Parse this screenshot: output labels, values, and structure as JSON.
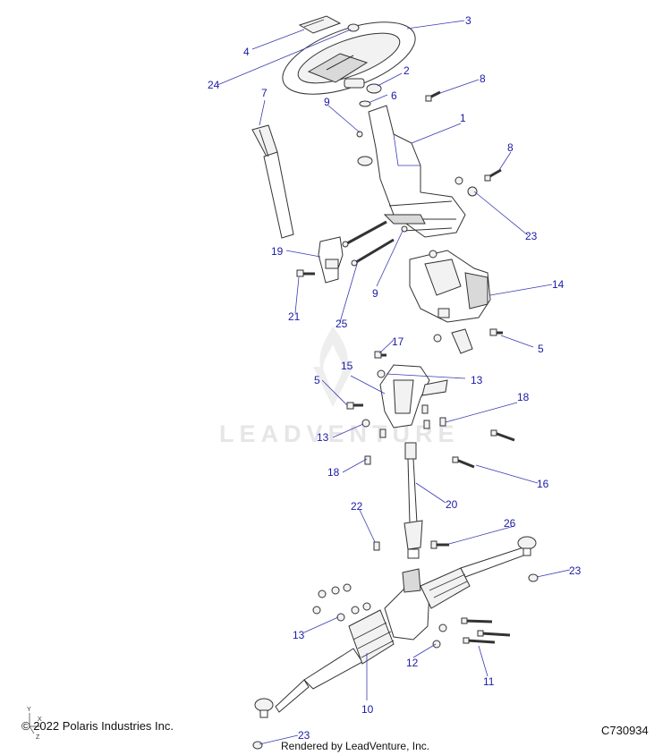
{
  "watermark": "LEADVENTURE",
  "copyright": "© 2022 Polaris Industries Inc.",
  "rendered_by": "Rendered by LeadVenture, Inc.",
  "diagram_id": "C730934",
  "callouts": {
    "c1": "1",
    "c2": "2",
    "c3": "3",
    "c4": "4",
    "c5a": "5",
    "c5b": "5",
    "c6": "6",
    "c7": "7",
    "c8a": "8",
    "c8b": "8",
    "c9a": "9",
    "c9b": "9",
    "c10": "10",
    "c11": "11",
    "c12": "12",
    "c13a": "13",
    "c13b": "13",
    "c13c": "13",
    "c14": "14",
    "c15": "15",
    "c16": "16",
    "c17": "17",
    "c18a": "18",
    "c18b": "18",
    "c19": "19",
    "c20": "20",
    "c21": "21",
    "c22": "22",
    "c23a": "23",
    "c23b": "23",
    "c23c": "23",
    "c24": "24",
    "c25": "25",
    "c26": "26"
  },
  "axis": {
    "y": "Y",
    "x": "X",
    "z": "Z"
  }
}
